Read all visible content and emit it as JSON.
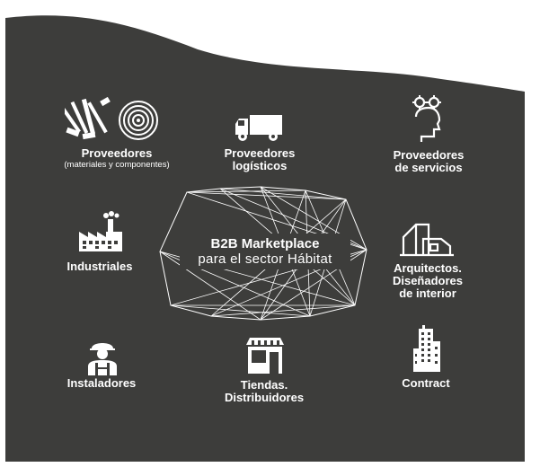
{
  "hub": {
    "title": "B2B Marketplace",
    "subtitle": "para el sector Hábitat"
  },
  "nodes": {
    "proveedores": {
      "label": "Proveedores",
      "sub": "(materiales y componentes)"
    },
    "logisticos": {
      "line1": "Proveedores",
      "line2": "logísticos"
    },
    "servicios": {
      "line1": "Proveedores",
      "line2": "de servicios"
    },
    "industriales": {
      "label": "Industriales"
    },
    "arquitectos": {
      "line1": "Arquitectos.",
      "line2": "Diseñadores",
      "line3": "de interior"
    },
    "instaladores": {
      "label": "Instaladores"
    },
    "tiendas": {
      "line1": "Tiendas.",
      "line2": "Distribuidores"
    },
    "contract": {
      "label": "Contract"
    }
  },
  "colors": {
    "background": "#3d3d3b",
    "foreground": "#ffffff"
  },
  "icons": [
    "tools-icon",
    "wood-log-icon",
    "truck-icon",
    "gear-head-icon",
    "factory-icon",
    "architecture-icon",
    "worker-icon",
    "shop-icon",
    "skyscraper-icon"
  ]
}
